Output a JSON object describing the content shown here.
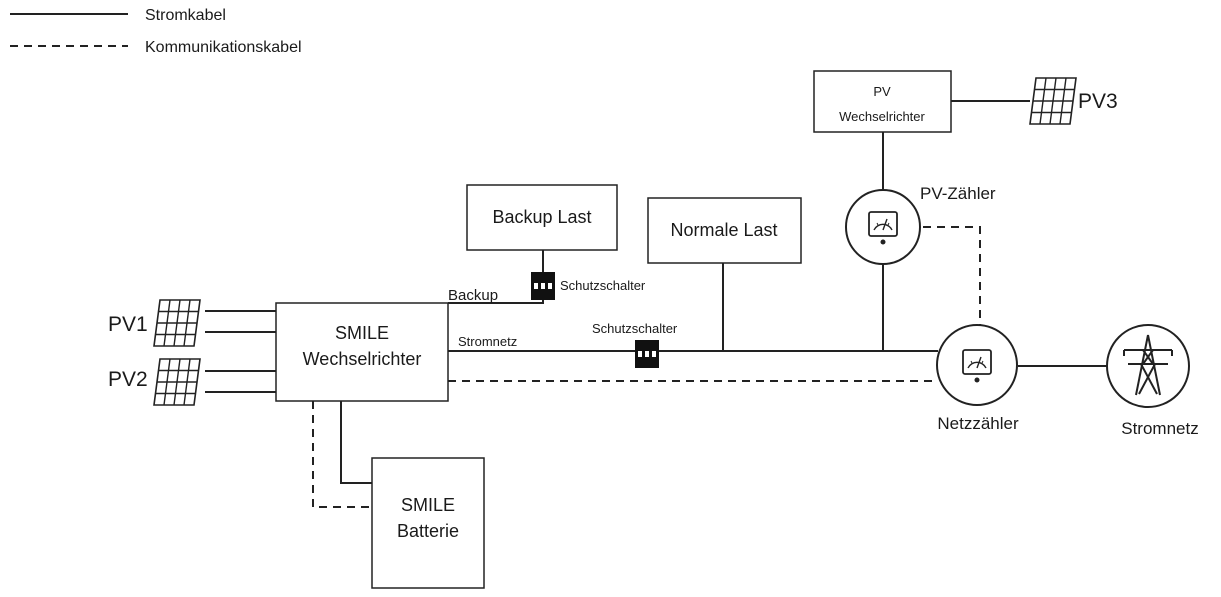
{
  "legend": {
    "power_cable": "Stromkabel",
    "comm_cable": "Kommunikationskabel"
  },
  "boxes": {
    "smile_inverter": [
      "SMILE",
      "Wechselrichter"
    ],
    "smile_battery": [
      "SMILE",
      "Batterie"
    ],
    "backup_load": "Backup Last",
    "normal_load": "Normale Last",
    "pv_inverter": [
      "PV",
      "Wechselrichter"
    ]
  },
  "pv_labels": {
    "pv1": "PV1",
    "pv2": "PV2",
    "pv3": "PV3"
  },
  "line_labels": {
    "backup": "Backup",
    "grid_line": "Stromnetz"
  },
  "breakers": {
    "backup_breaker": "Schutzschalter",
    "grid_breaker": "Schutzschalter"
  },
  "meters": {
    "pv_meter": "PV-Zähler",
    "grid_meter": "Netzzähler"
  },
  "grid": {
    "label": "Stromnetz"
  }
}
